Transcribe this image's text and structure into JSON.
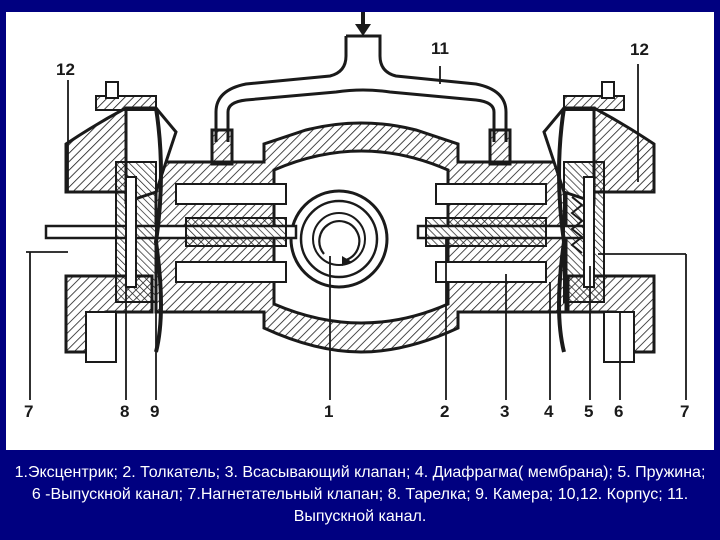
{
  "colors": {
    "background": "#000080",
    "panel": "#ffffff",
    "ink": "#1a1a1a",
    "caption_text": "#ffffff"
  },
  "labels": {
    "n1": "1",
    "n2": "2",
    "n3": "3",
    "n4": "4",
    "n5": "5",
    "n6": "6",
    "n7_left": "7",
    "n7_right": "7",
    "n8": "8",
    "n9": "9",
    "n11": "11",
    "n12_left": "12",
    "n12_right": "12"
  },
  "caption": "1.Эксцентрик; 2. Толкатель; 3. Всасывающий клапан; 4. Диафрагма( мембрана); 5. Пружина; 6 -Выпускной канал; 7.Нагнетательный клапан; 8. Тарелка; 9. Камера; 10,12. Корпус;  11. Выпускной канал."
}
